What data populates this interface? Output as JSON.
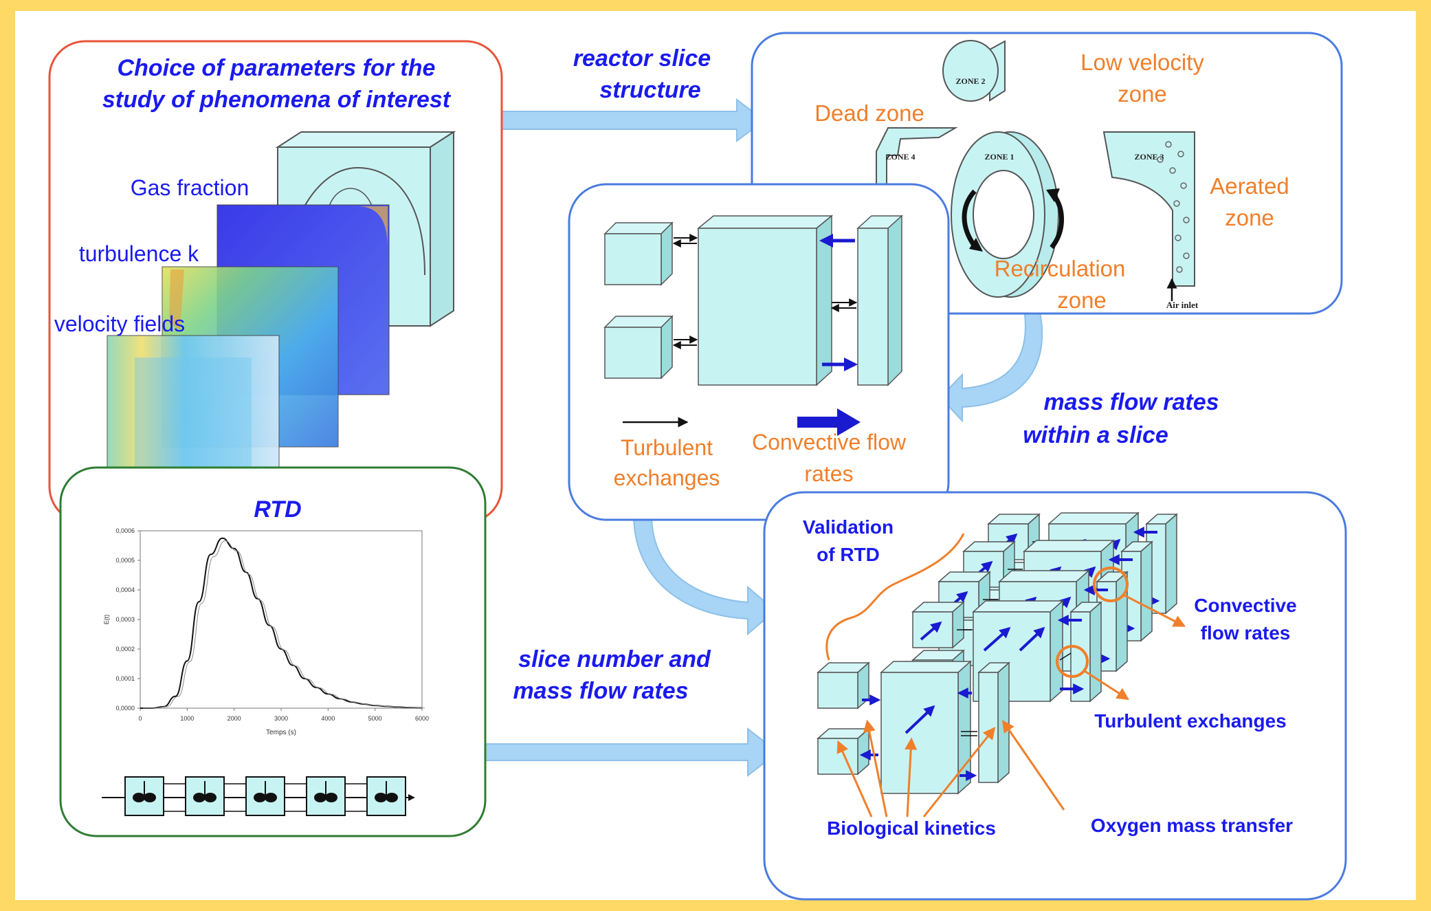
{
  "panels": {
    "parameters": {
      "title": "Choice of parameters for the study of phenomena of interest",
      "title_lines": [
        "Choice of parameters for the",
        "study of phenomena of interest"
      ],
      "labels": [
        "Gas fraction",
        "turbulence k",
        "velocity fields"
      ]
    },
    "rtd": {
      "title": "RTD",
      "chart_y_ticks": [
        "0,0006",
        "0,0005",
        "0,0004",
        "0,0003",
        "0,0002",
        "0,0001",
        "0,0000"
      ],
      "chart_x_ticks": [
        "0",
        "1000",
        "2000",
        "3000",
        "4000",
        "5000",
        "6000"
      ],
      "chart_xlabel": "Temps (s)",
      "chart_ylabel": "E(t)"
    },
    "reactor_slice": {
      "zones": [
        {
          "code": "ZONE 2",
          "name_lines": [
            "Low velocity",
            "zone"
          ]
        },
        {
          "code": "ZONE 4",
          "name_lines": [
            "Dead zone"
          ]
        },
        {
          "code": "ZONE 1",
          "name_lines": [
            "Recirculation",
            "zone"
          ]
        },
        {
          "code": "ZONE 3",
          "name_lines": [
            "Aerated",
            "zone"
          ]
        }
      ],
      "air_inlet": "Air inlet"
    },
    "mass_flow_model": {
      "legend_turbulent_lines": [
        "Turbulent",
        "exchanges"
      ],
      "legend_convective_lines": [
        "Convective flow",
        "rates"
      ]
    },
    "full_model": {
      "validation_lines": [
        "Validation",
        "of RTD"
      ],
      "convective_lines": [
        "Convective",
        "flow rates"
      ],
      "turbulent": "Turbulent exchanges",
      "biological": "Biological kinetics",
      "oxygen": "Oxygen mass transfer"
    }
  },
  "arrows": {
    "reactor_slice_lines": [
      "reactor slice",
      "structure"
    ],
    "mass_flow_lines": [
      "mass flow rates",
      "within a slice"
    ],
    "slice_number_lines": [
      "slice number and",
      "mass flow rates"
    ]
  },
  "rtd_chart_data": {
    "type": "line",
    "x": [
      0,
      250,
      500,
      750,
      1000,
      1250,
      1500,
      1750,
      2000,
      2250,
      2500,
      2750,
      3000,
      3250,
      3500,
      3750,
      4000,
      4250,
      4500,
      4750,
      5000,
      5250,
      5500,
      5750,
      6000
    ],
    "y": [
      0,
      0,
      5e-06,
      4e-05,
      0.00016,
      0.00036,
      0.00052,
      0.000575,
      0.00054,
      0.00046,
      0.00037,
      0.00028,
      0.0002,
      0.000145,
      0.0001,
      7e-05,
      4.8e-05,
      3.2e-05,
      2.1e-05,
      1.4e-05,
      9e-06,
      6e-06,
      4e-06,
      2e-06,
      1e-06
    ],
    "xlim": [
      0,
      6000
    ],
    "ylim": [
      0,
      0.0006
    ]
  },
  "colors": {
    "background": "#ffd966",
    "panel_red": "#e8543a",
    "panel_green": "#2e7d32",
    "panel_blue": "#4a7be0",
    "arrow_fill": "#a8d4f5",
    "label_blue": "#1a1aee",
    "label_orange": "#f07f2a",
    "box_fill": "#c8f3f3"
  }
}
